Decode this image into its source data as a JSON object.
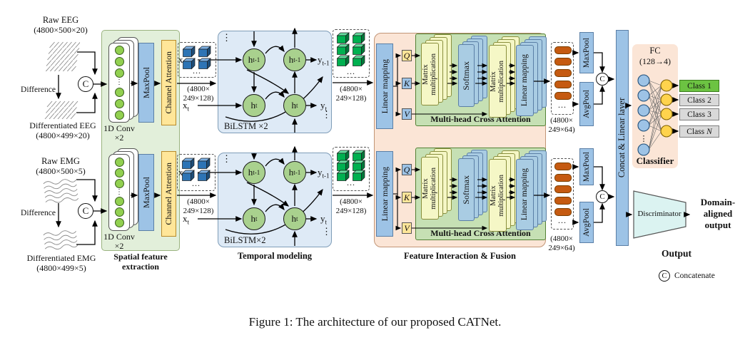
{
  "figure": {
    "caption": "Figure 1: The architecture of our proposed CATNet."
  },
  "legend": {
    "symbol": "C",
    "label": "Concatenate"
  },
  "colors": {
    "panel_green": "#E2EFDA",
    "box_blue": "#9DC3E6",
    "lstm_blue": "#DEEAF6",
    "peach": "#FBE5D6",
    "attention_green": "#C6E0B4",
    "card_yellow": "#F5F7C6",
    "channel_attention_yellow": "#FFE699",
    "conv_node_green": "#92D050",
    "lstm_node_green": "#A9D18E",
    "cube_blue_front": "#2E74B5",
    "cube_blue_top": "#7FB2E5",
    "cube_blue_side": "#1F4E79",
    "cube_green_front": "#00B050",
    "cube_green_top": "#66DFA0",
    "cube_green_side": "#00783A",
    "pill_orange": "#C55A11",
    "class_green": "#6CC342",
    "class_gray": "#D9D9D9",
    "neuron_blue": "#9DC3E6",
    "neuron_yellow": "#FFD34D",
    "discriminator_cyan": "#DBF3F1",
    "signal_gray": "#8a8a8a"
  },
  "inputs": {
    "concat_symbol": "C",
    "eeg": {
      "raw_label": "Raw EEG",
      "raw_dims": "(4800×500×20)",
      "difference": "Difference",
      "diff_label": "Differentiated EEG",
      "diff_dims": "(4800×499×20)"
    },
    "emg": {
      "raw_label": "Raw EMG",
      "raw_dims": "(4800×500×5)",
      "difference": "Difference",
      "diff_label": "Differentiated EMG",
      "diff_dims": "(4800×499×5)"
    }
  },
  "spatial": {
    "conv_line1": "1D Conv",
    "conv_line2": "×2",
    "maxpool": "MaxPool",
    "channel_attention": "Channel Attention",
    "label_line1": "Spatial feature",
    "label_line2": "extraction"
  },
  "dims": {
    "feat128_line1": "(4800×",
    "feat128_line2": "249×128)",
    "feat64_line1": "(4800×",
    "feat64_line2": "249×64)"
  },
  "cubes": {
    "ellipsis": "..."
  },
  "temporal": {
    "top_box_label": "BiLSTM ×2",
    "bottom_box_label": "BiLSTM×2",
    "label": "Temporal modeling",
    "vdots": "⋮",
    "h_base": "h",
    "h_prev_sub": "t-1",
    "h_sub": "t",
    "x_base": "x",
    "x_prev_sub": "t-1",
    "x_sub": "t",
    "y_base": "y",
    "y_prev_sub": "t-1",
    "y_sub": "t"
  },
  "fusion": {
    "label": "Feature Interaction & Fusion",
    "linear_mapping": "Linear mapping",
    "q": "Q",
    "k": "K",
    "v": "V",
    "matmul_line1": "Matrix",
    "matmul_line2": "multiplication",
    "softmax": "Softmax",
    "mhca_label": "Multi-head Cross Attention"
  },
  "pooling": {
    "maxpool": "MaxPool",
    "avgpool": "AvgPool"
  },
  "concat_linear_label": "Concat & Linear layer",
  "classifier": {
    "fc_line1": "FC",
    "fc_line2": "(128→4)",
    "label": "Classifier",
    "classes": [
      {
        "prefix": "Class",
        "suffix": "1"
      },
      {
        "prefix": "Class",
        "suffix": "2"
      },
      {
        "prefix": "Class",
        "suffix": "3"
      },
      {
        "prefix": "Class",
        "suffix": "N"
      }
    ]
  },
  "output": {
    "discriminator": "Discriminator",
    "domain_line1": "Domain-",
    "domain_line2": "aligned",
    "domain_line3": "output",
    "label": "Output"
  }
}
